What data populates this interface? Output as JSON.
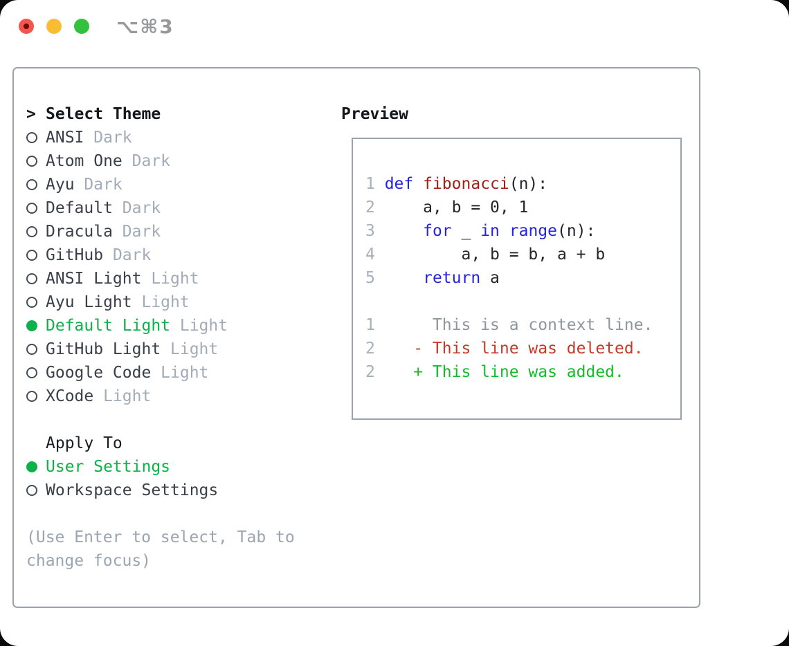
{
  "window": {
    "title": "⌥⌘3",
    "traffic_lights": [
      "close",
      "minimize",
      "zoom"
    ]
  },
  "colors": {
    "accent_green": "#0db14a",
    "keyword_blue": "#2323e0",
    "function_red": "#a31f15",
    "diff_deleted_red": "#c43a2a",
    "diff_added_green": "#13bd27",
    "muted_gray": "#9aa5b1",
    "border_gray": "#99a3ad",
    "traffic_red": "#f2564d",
    "traffic_yellow": "#f9bd33",
    "traffic_green": "#34c13f"
  },
  "theme_list": {
    "header_prefix": ">",
    "header": "Select Theme",
    "items": [
      {
        "name": "ANSI",
        "variant": "Dark",
        "selected": false
      },
      {
        "name": "Atom One",
        "variant": "Dark",
        "selected": false
      },
      {
        "name": "Ayu",
        "variant": "Dark",
        "selected": false
      },
      {
        "name": "Default",
        "variant": "Dark",
        "selected": false
      },
      {
        "name": "Dracula",
        "variant": "Dark",
        "selected": false
      },
      {
        "name": "GitHub",
        "variant": "Dark",
        "selected": false
      },
      {
        "name": "ANSI Light",
        "variant": "Light",
        "selected": false
      },
      {
        "name": "Ayu Light",
        "variant": "Light",
        "selected": false
      },
      {
        "name": "Default Light",
        "variant": "Light",
        "selected": true
      },
      {
        "name": "GitHub Light",
        "variant": "Light",
        "selected": false
      },
      {
        "name": "Google Code",
        "variant": "Light",
        "selected": false
      },
      {
        "name": "XCode",
        "variant": "Light",
        "selected": false
      }
    ]
  },
  "apply_to": {
    "header": "Apply To",
    "options": [
      {
        "label": "User Settings",
        "selected": true
      },
      {
        "label": "Workspace Settings",
        "selected": false
      }
    ]
  },
  "help": {
    "lines": [
      "(Use Enter to select, Tab to",
      "change focus)"
    ]
  },
  "preview": {
    "header": "Preview",
    "lines": [
      {
        "num": "1",
        "segments": [
          {
            "t": " ",
            "c": "p"
          },
          {
            "t": "def",
            "c": "k"
          },
          {
            "t": " ",
            "c": "p"
          },
          {
            "t": "fibonacci",
            "c": "f"
          },
          {
            "t": "(n):",
            "c": "p"
          }
        ]
      },
      {
        "num": "2",
        "segments": [
          {
            "t": "     a, b = 0, 1",
            "c": "p"
          }
        ]
      },
      {
        "num": "3",
        "segments": [
          {
            "t": "     ",
            "c": "p"
          },
          {
            "t": "for",
            "c": "k"
          },
          {
            "t": " _ ",
            "c": "p"
          },
          {
            "t": "in",
            "c": "k"
          },
          {
            "t": " ",
            "c": "p"
          },
          {
            "t": "range",
            "c": "k"
          },
          {
            "t": "(n):",
            "c": "p"
          }
        ]
      },
      {
        "num": "4",
        "segments": [
          {
            "t": "         a, b = b, a + b",
            "c": "p"
          }
        ]
      },
      {
        "num": "5",
        "segments": [
          {
            "t": "     ",
            "c": "p"
          },
          {
            "t": "return",
            "c": "k"
          },
          {
            "t": " a",
            "c": "p"
          }
        ]
      },
      {
        "num": "",
        "segments": []
      },
      {
        "num": "1",
        "segments": [
          {
            "t": "      This is a context line.",
            "c": "x"
          }
        ]
      },
      {
        "num": "2",
        "segments": [
          {
            "t": "    - This line was deleted.",
            "c": "d"
          }
        ]
      },
      {
        "num": "2",
        "segments": [
          {
            "t": "    + This line was added.",
            "c": "a"
          }
        ]
      }
    ]
  }
}
